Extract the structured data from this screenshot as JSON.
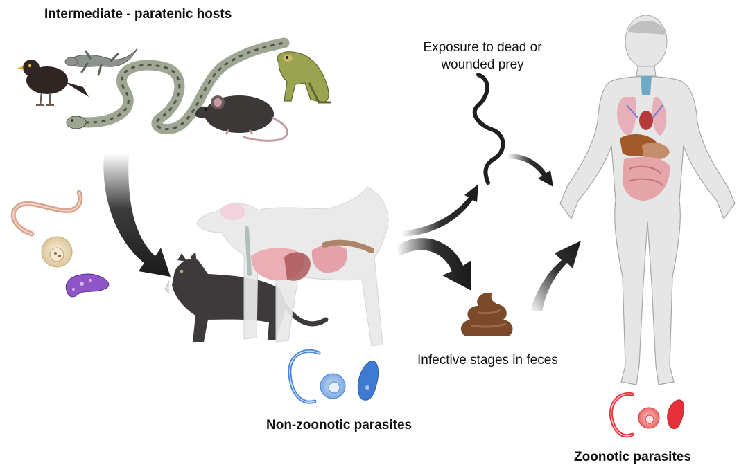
{
  "title": "Intermediate - paratenic hosts",
  "exposure": {
    "line1": "Exposure to dead or",
    "line2": "wounded prey"
  },
  "feces_label": "Infective stages in feces",
  "non_zoonotic_label": "Non-zoonotic parasites",
  "zoonotic_label": "Zoonotic parasites",
  "colors": {
    "arrow": "#1a1a1a",
    "non_zoonotic": "#4a86d8",
    "zoonotic": "#e8303a",
    "neutral_worm": "#d8a48f",
    "neutral_cyst": "#e9d7b3",
    "neutral_protozoan": "#8e55c7",
    "feces": "#7a4a2a",
    "dog": "#e9e9e9",
    "cat": "#3e3a3c",
    "human": "#e6e6e6"
  },
  "icons": [
    "bird-icon",
    "lizard-icon",
    "snake-icon",
    "frog-icon",
    "mouse-icon",
    "cat-icon",
    "dog-icon",
    "human-icon",
    "feces-icon",
    "worm-icon",
    "cyst-icon",
    "protozoan-icon"
  ]
}
